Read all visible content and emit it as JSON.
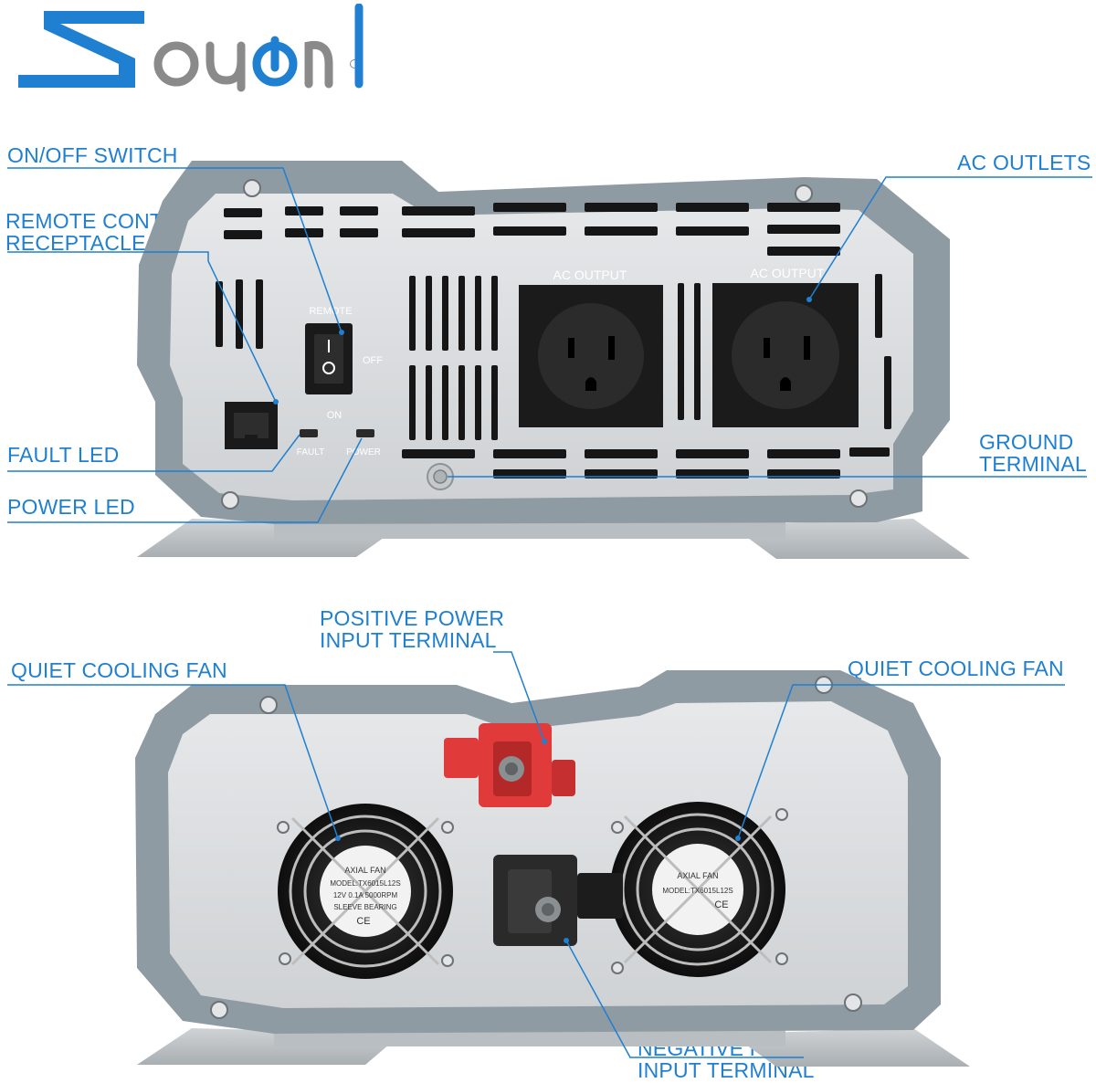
{
  "brand": {
    "name": "Soyond",
    "accent_color": "#1f7fd0",
    "logo_gray": "#8a8a8a"
  },
  "callouts": {
    "on_off_switch": "ON/OFF SWITCH",
    "remote_control": "REMOTE CONTROL\nRECEPTACLE",
    "fault_led": "FAULT LED",
    "power_led": "POWER LED",
    "ac_outlets": "AC OUTLETS",
    "ground_terminal": "GROUND\nTERMINAL",
    "quiet_fan_left": "QUIET COOLING FAN",
    "positive_terminal": "POSITIVE POWER\nINPUT TERMINAL",
    "quiet_fan_right": "QUIET COOLING FAN",
    "negative_terminal": "NEGATIVE POWER\nINPUT TERMINAL"
  },
  "front_panel": {
    "outlet_label_left": "AC OUTPUT",
    "outlet_label_right": "AC OUTPUT",
    "switch_top_label": "REMOTE",
    "switch_off_label": "OFF",
    "switch_on_label": "ON",
    "fault_label": "FAULT",
    "power_label": "POWER"
  },
  "fans": {
    "left_line_1": "AXIAL FAN",
    "left_line_2": "MODEL:TX6015L12S",
    "left_line_3": "12V 0.1A 5000RPM",
    "left_line_4": "SLEEVE BEARING",
    "left_mark": "CE",
    "right_line_1": "AXIAL FAN",
    "right_line_2": "MODEL:TX6015L12S",
    "right_mark": "CE"
  },
  "icons": [
    "soyond-logo-icon",
    "ac-outlet-icon",
    "rocker-switch-icon",
    "rj45-port-icon",
    "led-icon",
    "ground-bolt-icon",
    "fan-grille-icon",
    "terminal-positive-icon",
    "terminal-negative-icon",
    "screw-icon"
  ],
  "colors": {
    "case_frame": "#8f9ba3",
    "panel": "#dcdee0",
    "slot": "#161616",
    "positive": "#e03a3a",
    "negative": "#2a2a2a",
    "pointer_line": "#1f7fd0"
  }
}
